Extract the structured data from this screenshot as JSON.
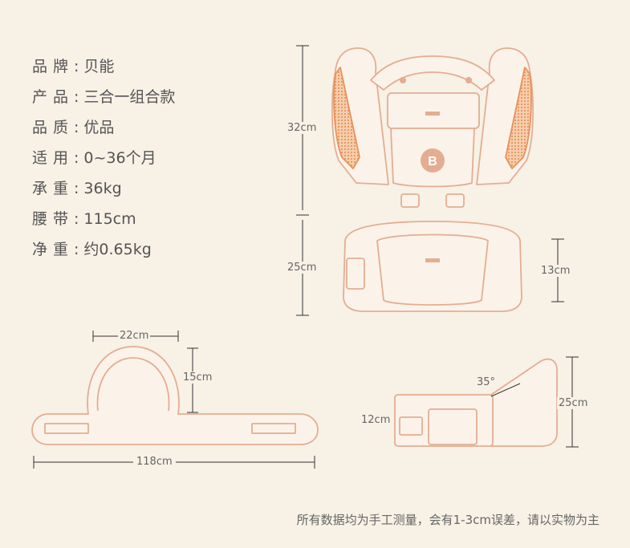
{
  "specs": [
    {
      "key": "品牌",
      "value": "贝能"
    },
    {
      "key": "产品",
      "value": "三合一组合款"
    },
    {
      "key": "品质",
      "value": "优品"
    },
    {
      "key": "适用",
      "value": "0~36个月"
    },
    {
      "key": "承重",
      "value": "36kg"
    },
    {
      "key": "腰带",
      "value": "115cm"
    },
    {
      "key": "净重",
      "value": "约0.65kg"
    }
  ],
  "colon": ":",
  "dimensions": {
    "carrier_height_upper": "32cm",
    "carrier_height_lower": "25cm",
    "seat_height": "13cm",
    "belt_arch_width": "22cm",
    "belt_arch_height": "15cm",
    "belt_length": "118cm",
    "stool_angle": "35°",
    "stool_front_height": "12cm",
    "stool_height": "25cm"
  },
  "logo_letter": "B",
  "footnote": "所有数据均为手工测量，会有1-3cm误差，请以实物为主",
  "colors": {
    "background": "#f7f1e6",
    "outline": "#e4ad92",
    "mesh": "#e7925c",
    "dimension_line": "#333333"
  }
}
